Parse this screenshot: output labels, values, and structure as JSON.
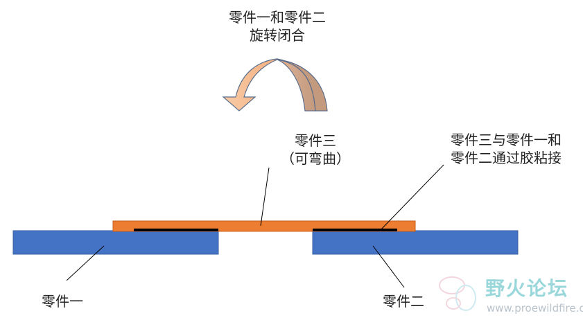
{
  "title": {
    "line1": "零件一和零件二",
    "line2": "旋转闭合"
  },
  "labels": {
    "part3": "零件三",
    "part3_note": "（可弯曲）",
    "glue_line1": "零件三与零件一和",
    "glue_line2": "零件二通过胶粘接",
    "part1": "零件一",
    "part2": "零件二"
  },
  "colors": {
    "blue_part": "#4472c4",
    "orange_part": "#ed7d31",
    "glue": "#000000",
    "arrow_light": "#f4b183",
    "arrow_dark": "#c9a08a"
  },
  "watermark": {
    "brand": "野火论坛",
    "url": "www.proewildfire.cn"
  }
}
